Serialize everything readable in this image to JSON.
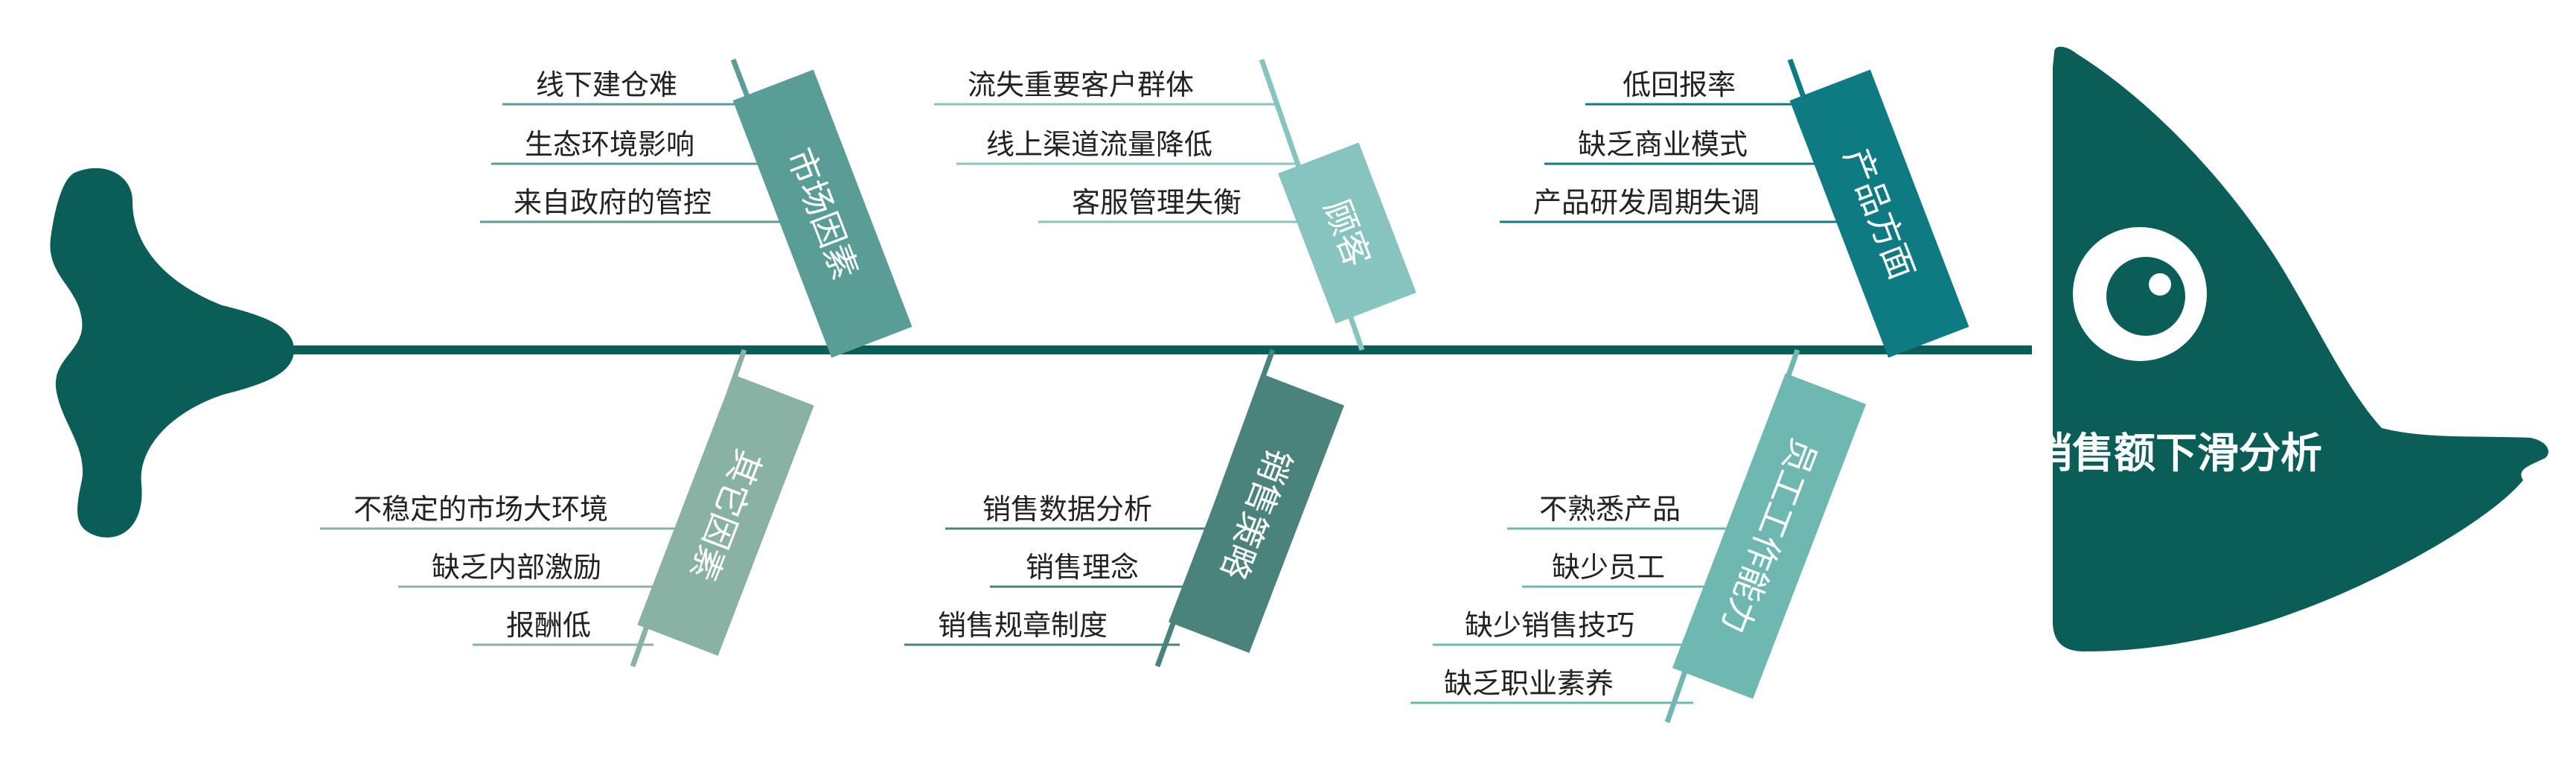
{
  "head": {
    "title": "销售额下滑分析"
  },
  "colors": {
    "dark_teal": "#0b5d58",
    "market": "#5a9c96",
    "customer": "#87c3bf",
    "product": "#0e7b83",
    "other": "#8ab2a4",
    "strategy": "#49837b",
    "staff": "#6fb8b1",
    "line": "#0b5d58"
  },
  "categories": {
    "market": {
      "label": "市场因素",
      "causes": [
        "线下建仓难",
        "生态环境影响",
        "来自政府的管控"
      ]
    },
    "customer": {
      "label": "顾客",
      "causes": [
        "流失重要客户群体",
        "线上渠道流量降低",
        "客服管理失衡"
      ]
    },
    "product": {
      "label": "产品方面",
      "causes": [
        "低回报率",
        "缺乏商业模式",
        "产品研发周期失调"
      ]
    },
    "other": {
      "label": "其它因素",
      "causes": [
        "不稳定的市场大环境",
        "缺乏内部激励",
        "报酬低"
      ]
    },
    "strategy": {
      "label": "销售策略",
      "causes": [
        "销售数据分析",
        "销售理念",
        "销售规章制度"
      ]
    },
    "staff": {
      "label": "员工工作能力",
      "causes": [
        "不熟悉产品",
        "缺少员工",
        "缺少销售技巧",
        "缺乏职业素养"
      ]
    }
  }
}
